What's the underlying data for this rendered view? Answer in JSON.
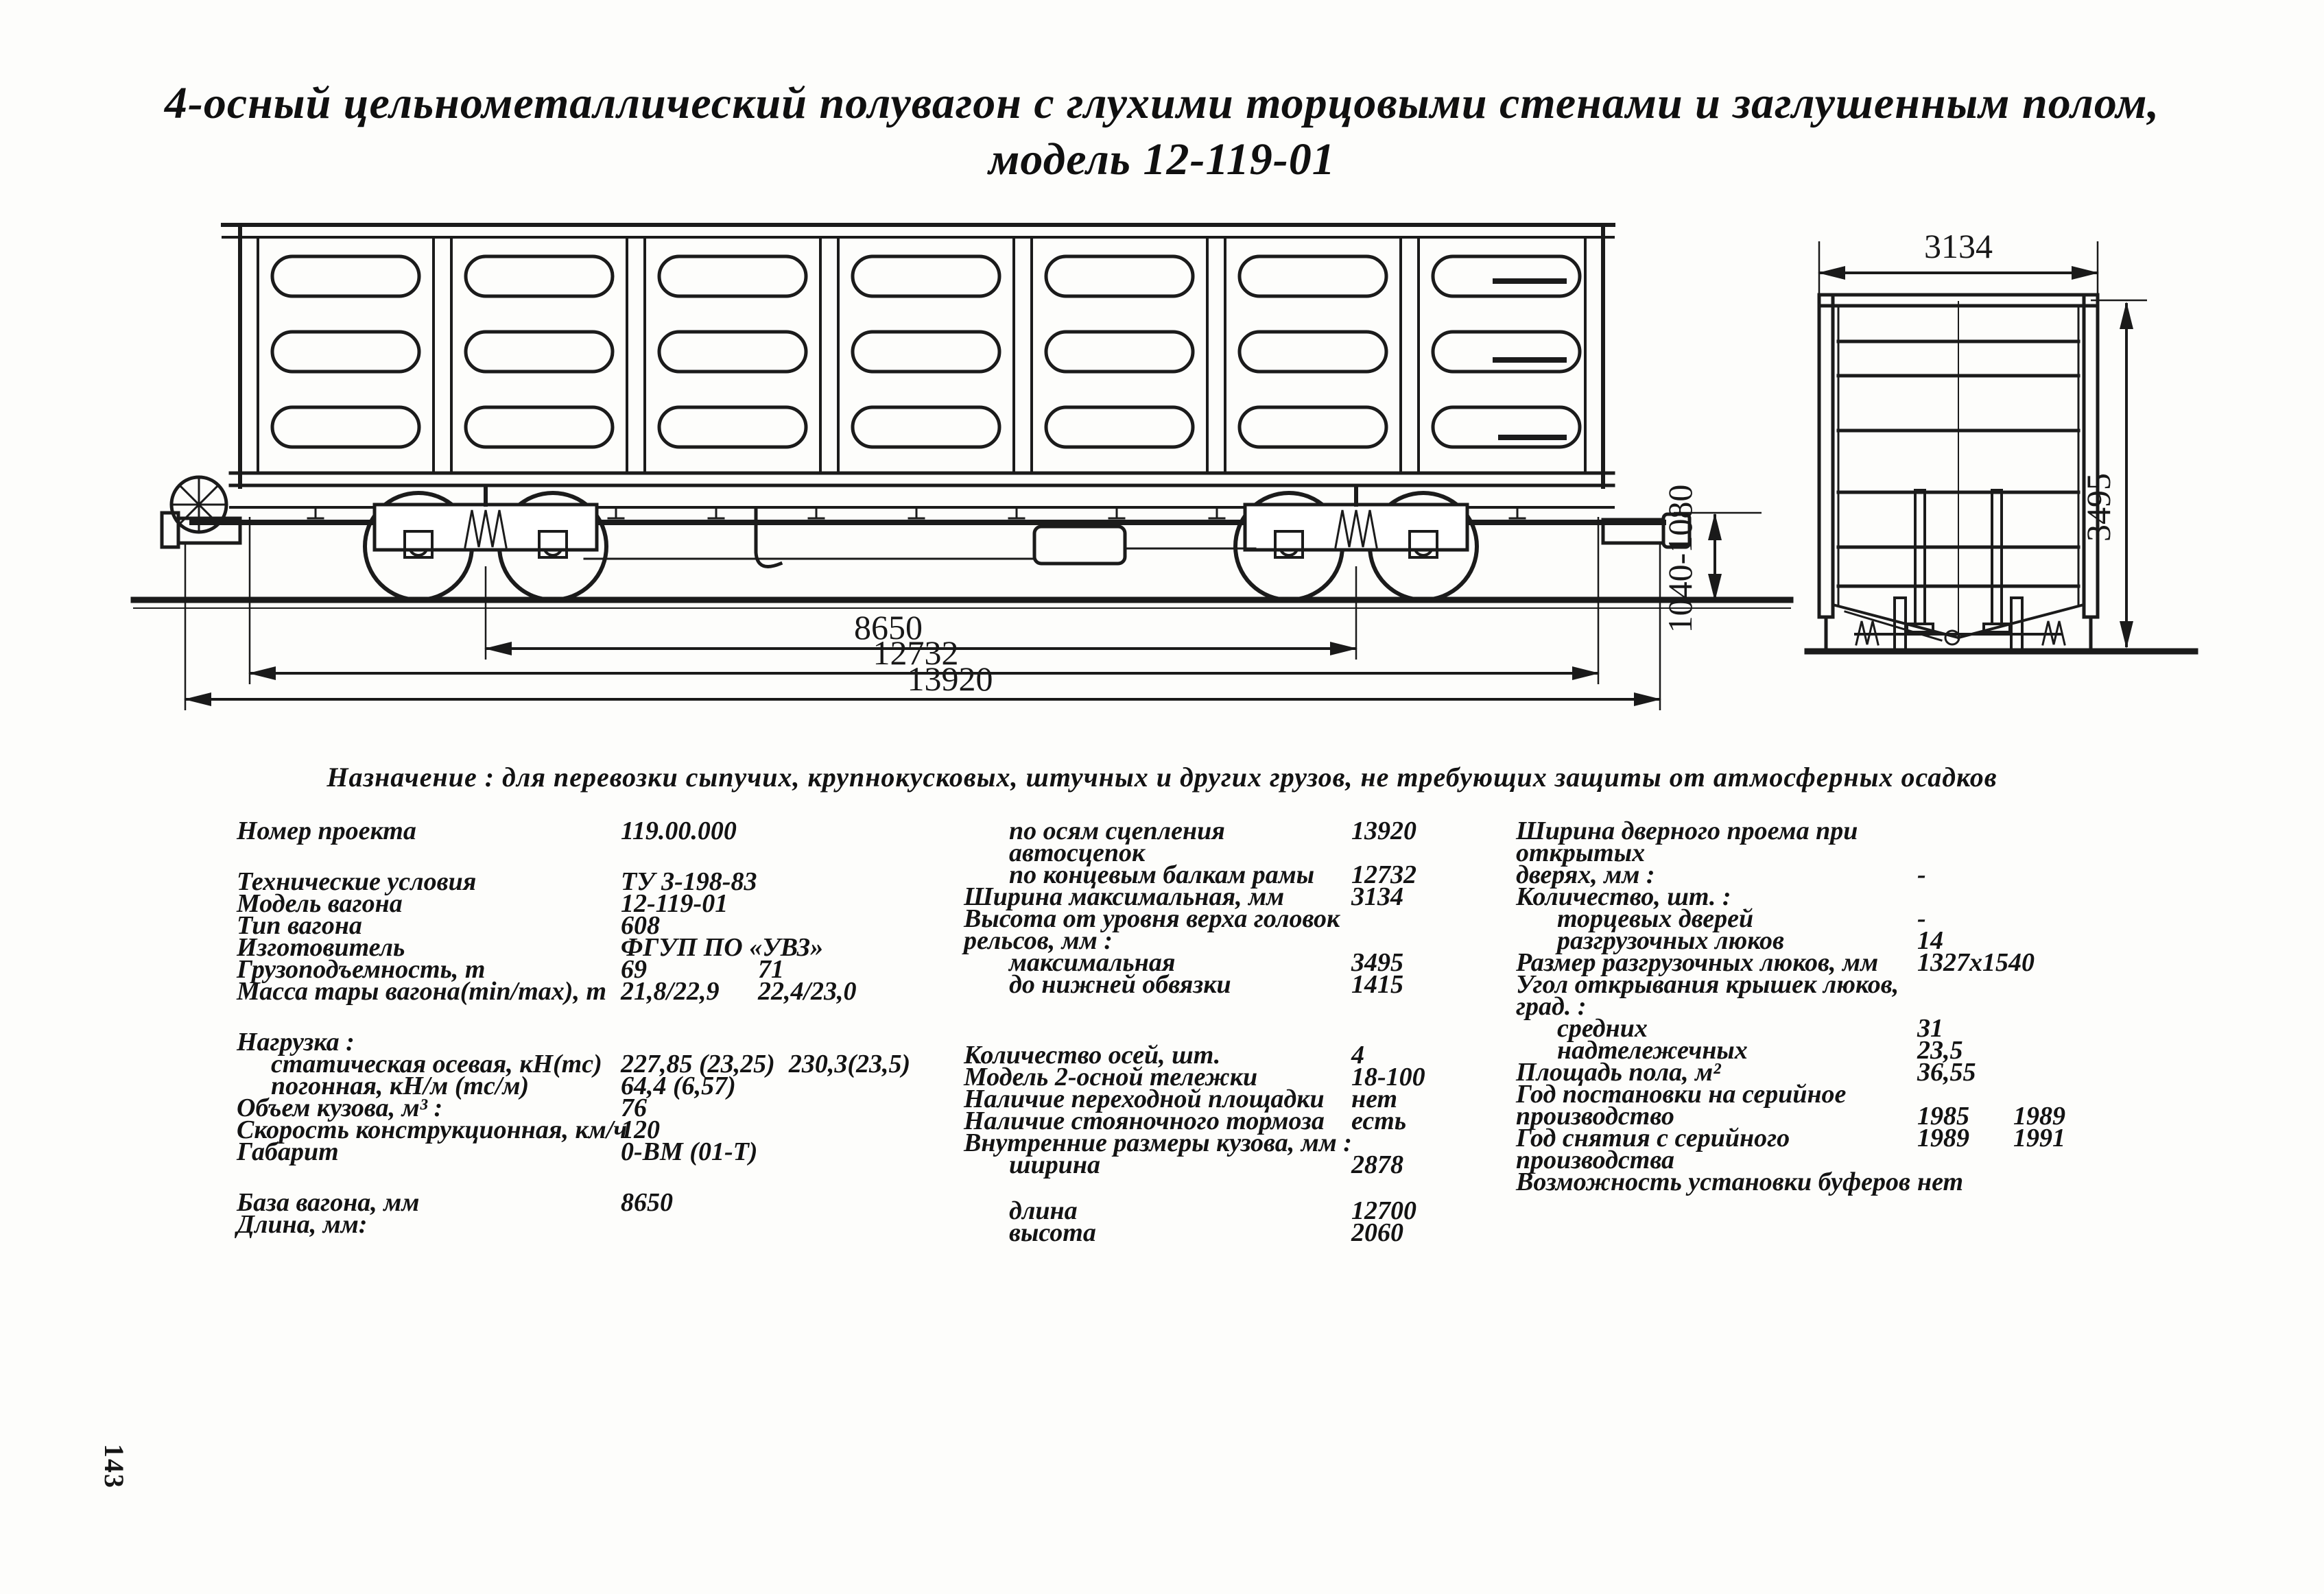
{
  "title": {
    "line1": "4-осный цельнометаллический полувагон с глухими торцовыми стенами и заглушенным полом,",
    "line2": "модель 12-119-01"
  },
  "purpose": "Назначение : для перевозки сыпучих, крупнокусковых, штучных и других грузов, не требующих защиты от атмосферных осадков",
  "page": {
    "number": "143"
  },
  "drawing": {
    "dims": {
      "wheelbase": "8650",
      "frame_length": "12732",
      "coupler_length": "13920",
      "coupler_height": "1040-1080",
      "end_width": "3134",
      "height": "3495"
    }
  },
  "specs": {
    "col1": {
      "rows": [
        {
          "label": "Номер проекта",
          "v1": "119.00.000"
        },
        {
          "gap": "medium"
        },
        {
          "label": "Технические условия",
          "v1": "ТУ 3-198-83"
        },
        {
          "label": "Модель вагона",
          "v1": "12-119-01"
        },
        {
          "label": "Тип вагона",
          "v1": "608"
        },
        {
          "label": "Изготовитель",
          "v1": "ФГУП ПО «УВЗ»"
        },
        {
          "label": "Грузоподъемность, т",
          "v1": "69",
          "v2": "71"
        },
        {
          "label": "Масса тары вагона(min/max), т",
          "v1": "21,8/22,9",
          "v2": "22,4/23,0"
        },
        {
          "gap": "medium"
        },
        {
          "label": "Нагрузка :"
        },
        {
          "label": "статическая осевая, кН(тс)",
          "indent": 1,
          "v1": "227,85 (23,25)",
          "v2": "230,3(23,5)"
        },
        {
          "label": "погонная, кН/м (тс/м)",
          "indent": 1,
          "v1": "64,4 (6,57)"
        },
        {
          "label": "Объем кузова, м³ :",
          "v1": "76"
        },
        {
          "label": "Скорость конструкционная, км/ч",
          "v1": "120"
        },
        {
          "label": "Габарит",
          "v1": "0-ВМ (01-Т)"
        },
        {
          "gap": "medium"
        },
        {
          "label": "База вагона, мм",
          "v1": "8650"
        },
        {
          "label": "Длина, мм:"
        }
      ]
    },
    "col2": {
      "rows": [
        {
          "label": "по осям сцепления",
          "indent": 1,
          "v1": "13920"
        },
        {
          "label": "автосцепок",
          "indent": 1
        },
        {
          "label": "по концевым балкам рамы",
          "indent": 1,
          "v1": "12732"
        },
        {
          "label": "Ширина максимальная, мм",
          "v1": "3134"
        },
        {
          "label": "Высота от уровня верха головок"
        },
        {
          "label": "рельсов, мм :"
        },
        {
          "label": "максимальная",
          "indent": 1,
          "v1": "3495"
        },
        {
          "label": "до нижней обвязки",
          "indent": 1,
          "v1": "1415"
        },
        {
          "gap": "large"
        },
        {
          "label": "Количество осей, шт.",
          "v1": "4"
        },
        {
          "label": "Модель 2-осной тележки",
          "v1": "18-100"
        },
        {
          "label": "Наличие переходной площадки",
          "v1": "нет"
        },
        {
          "label": "Наличие стояночного тормоза",
          "v1": "есть"
        },
        {
          "label": "Внутренние размеры кузова, мм :"
        },
        {
          "label": "ширина",
          "indent": 1,
          "v1": "2878"
        },
        {
          "gap": "small"
        },
        {
          "label": "длина",
          "indent": 1,
          "v1": "12700"
        },
        {
          "label": "высота",
          "indent": 1,
          "v1": "2060"
        }
      ]
    },
    "col3": {
      "rows": [
        {
          "label": "Ширина дверного проема при"
        },
        {
          "label": "открытых"
        },
        {
          "label": "дверях, мм :",
          "v1": "-"
        },
        {
          "label": "Количество, шт. :"
        },
        {
          "label": "торцевых дверей",
          "indent": 1,
          "v1": "-"
        },
        {
          "label": "разгрузочных люков",
          "indent": 1,
          "v1": "14"
        },
        {
          "label": "Размер разгрузочных люков, мм",
          "v1": "1327x1540"
        },
        {
          "label": "Угол открывания крышек люков,"
        },
        {
          "label": "град. :"
        },
        {
          "label": "средних",
          "indent": 1,
          "v1": "31"
        },
        {
          "label": "надтележечных",
          "indent": 1,
          "v1": "23,5"
        },
        {
          "label": "Площадь пола, м²",
          "v1": "36,55"
        },
        {
          "label": "Год постановки на серийное"
        },
        {
          "label": "производство",
          "v1": "1985",
          "v2": "1989"
        },
        {
          "label": "Год снятия с серийного",
          "v1": "1989",
          "v2": "1991"
        },
        {
          "label": "производства"
        },
        {
          "label": "Возможность установки буферов",
          "v1": "нет"
        }
      ]
    }
  }
}
